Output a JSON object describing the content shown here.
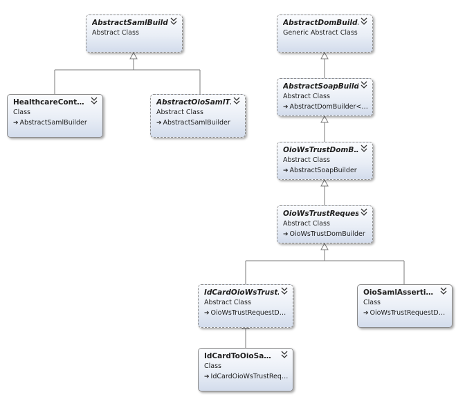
{
  "boxes": {
    "abstract_saml_builder": {
      "title": "AbstractSamlBuilder",
      "kind": "Abstract Class"
    },
    "healthcare_cont": {
      "title": "HealthcareCont…",
      "kind": "Class",
      "base": "AbstractSamlBuilder"
    },
    "abstract_oio_saml": {
      "title": "AbstractOioSamlT…",
      "kind": "Abstract Class",
      "base": "AbstractSamlBuilder"
    },
    "abstract_dom_build": {
      "title": "AbstractDomBuild…",
      "kind": "Generic Abstract Class"
    },
    "abstract_soap_builder": {
      "title": "AbstractSoapBuilder",
      "kind": "Abstract Class",
      "base": "AbstractDomBuilder<…"
    },
    "oio_ws_trust_dom": {
      "title": "OioWsTrustDomB…",
      "kind": "Abstract Class",
      "base": "AbstractSoapBuilder"
    },
    "oio_ws_trust_reques": {
      "title": "OioWsTrustReques…",
      "kind": "Abstract Class",
      "base": "OioWsTrustDomBuilder"
    },
    "idcard_oio_ws_trust": {
      "title": "IdCardOioWsTrust…",
      "kind": "Abstract Class",
      "base": "OioWsTrustRequestD…"
    },
    "oio_saml_asserti": {
      "title": "OioSamlAsserti…",
      "kind": "Class",
      "base": "OioWsTrustRequestD…"
    },
    "idcard_to_oio_sa": {
      "title": "IdCardToOioSa…",
      "kind": "Class",
      "base": "IdCardOioWsTrustReq…"
    }
  }
}
